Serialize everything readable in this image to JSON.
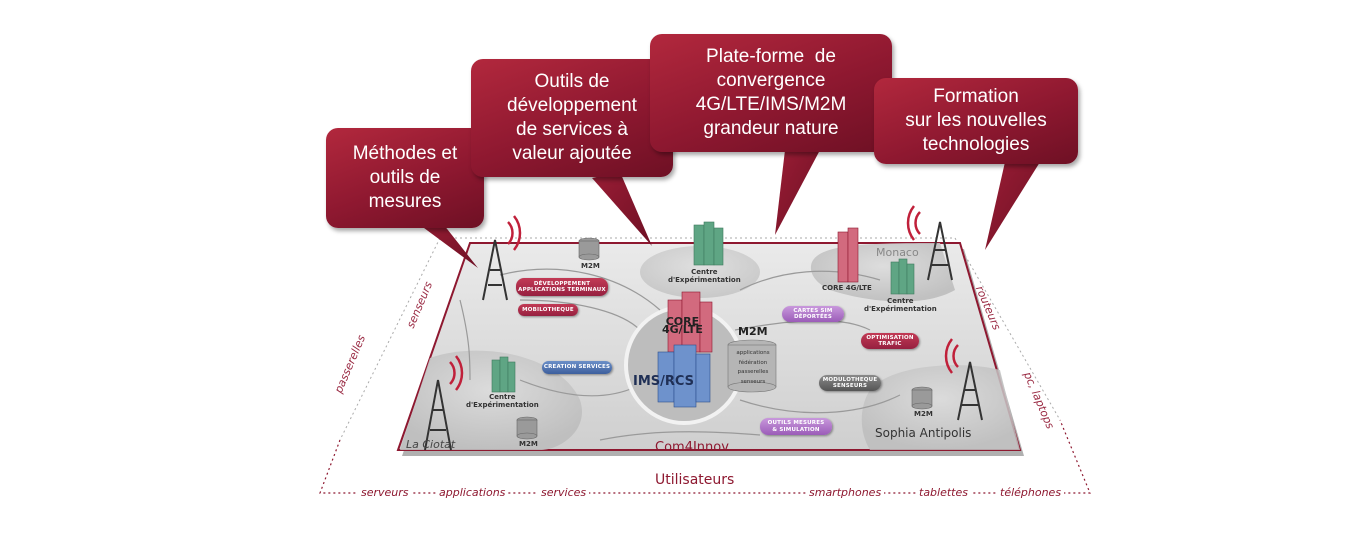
{
  "callouts": {
    "methodes": [
      "Méthodes et",
      "outils de",
      "mesures"
    ],
    "outils": [
      "Outils de",
      "développement",
      "de services à",
      "valeur ajoutée"
    ],
    "plateforme": [
      "Plate-forme  de",
      "convergence",
      "4G/LTE/IMS/M2M",
      "grandeur nature"
    ],
    "formation": [
      "Formation",
      "sur les nouvelles",
      "technologies"
    ]
  },
  "platform": {
    "name": "Com4Innov",
    "users": "Utilisateurs",
    "sites": {
      "ciotat": "La Ciotat",
      "sophia": "Sophia Antipolis",
      "monaco": "Monaco"
    },
    "centre": [
      "Centre",
      "d'Expérimentation"
    ],
    "m2m": "M2M",
    "core_label": "CORE 4G/LTE",
    "core_tower": [
      "CORE",
      "4G/LTE"
    ],
    "ims": "IMS/RCS",
    "m2m_stack": {
      "title": "M2M",
      "layers": [
        "applications",
        "fédération",
        "passerelles",
        "senseurs"
      ]
    },
    "pills": {
      "dev": [
        "DÉVELOPPEMENT",
        "APPLICATIONS TERMINAUX"
      ],
      "mobilo": [
        "MOBILOTHEQUE"
      ],
      "creation": [
        "CREATION SERVICES"
      ],
      "cartes": [
        "CARTES SIM",
        "DÉPORTÉES"
      ],
      "optim": [
        "OPTIMISATION",
        "TRAFIC"
      ],
      "modulo": [
        "MODULOTHEQUE",
        "SENSEURS"
      ],
      "outilsmes": [
        "OUTILS MESURES",
        "& SIMULATION"
      ]
    }
  },
  "left_side": [
    "passerelles",
    "senseurs"
  ],
  "right_side": [
    "routeurs",
    "pc, laptops"
  ],
  "bottom": [
    "serveurs",
    "applications",
    "services",
    "smartphones",
    "tablettes",
    "téléphones"
  ],
  "colors": {
    "brand": "#8e1830",
    "platform": "#d9d9d9"
  }
}
